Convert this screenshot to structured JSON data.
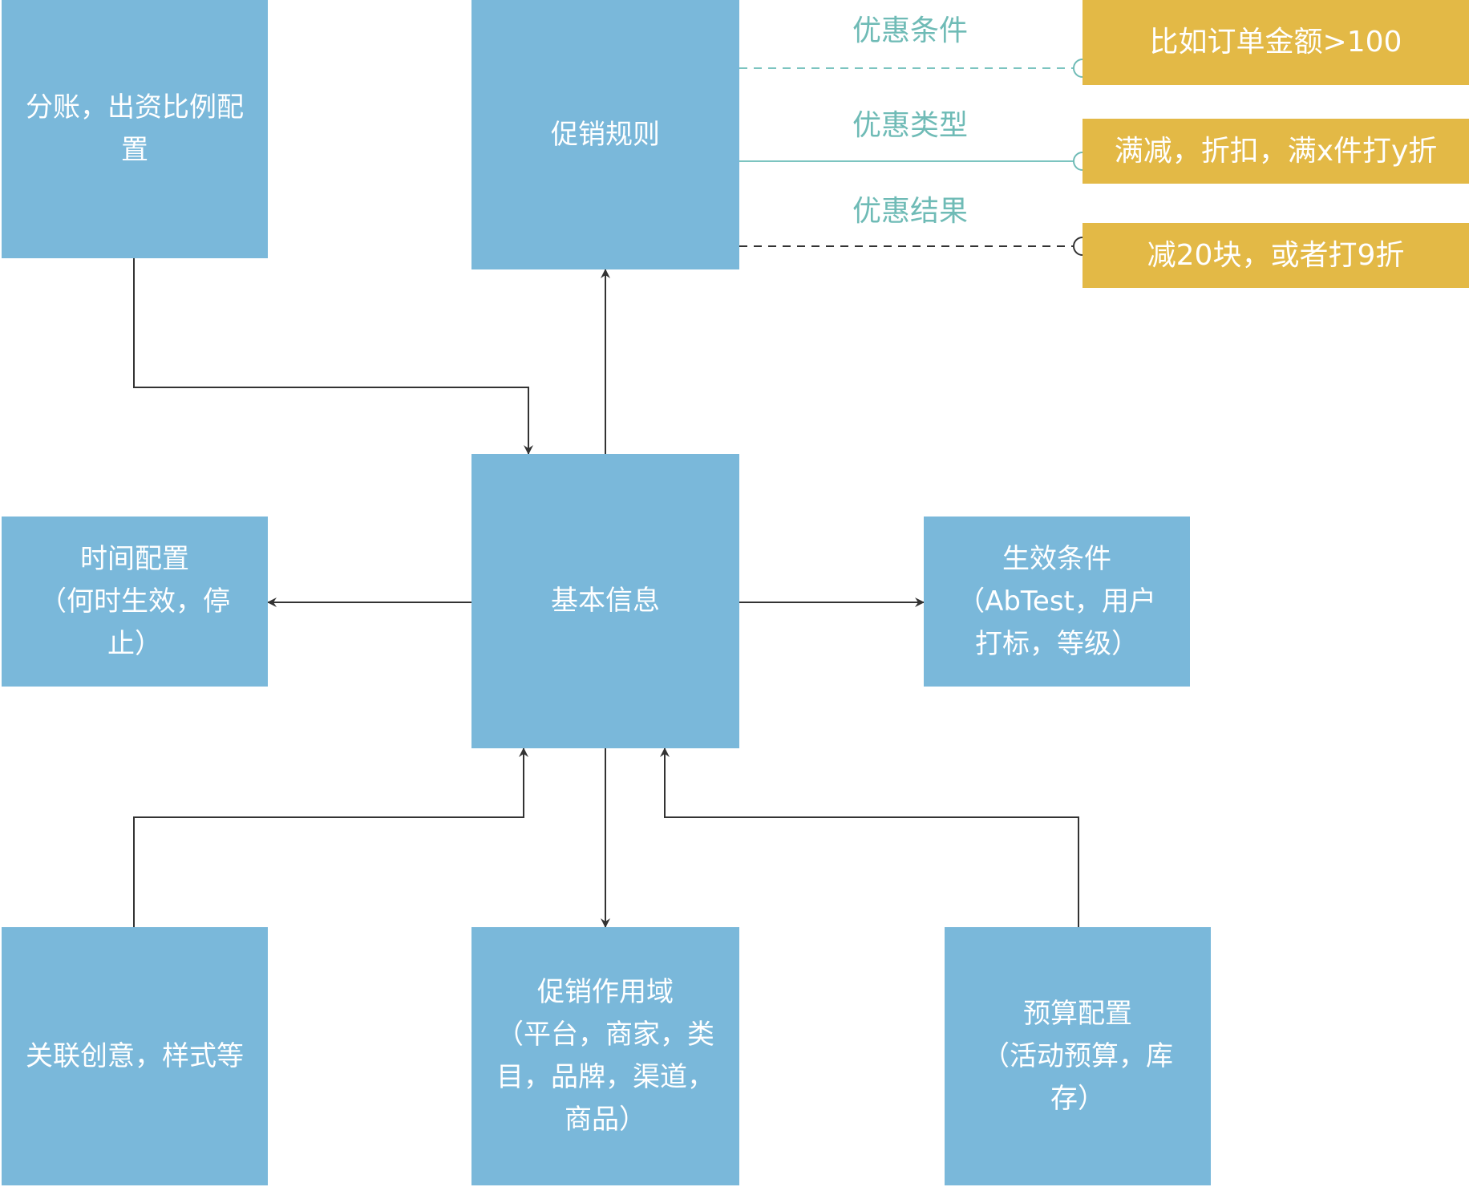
{
  "diagram": {
    "center": {
      "label": "基本信息"
    },
    "nodes": {
      "split": {
        "label": "分账，出资比例配\n置"
      },
      "rules": {
        "label": "促销规则"
      },
      "time": {
        "label": "时间配置\n（何时生效，停\n止）"
      },
      "conditions": {
        "label": "生效条件\n（AbTest，用户\n打标，等级）"
      },
      "creative": {
        "label": "关联创意，样式等"
      },
      "scope": {
        "label": "促销作用域\n（平台，商家，类\n目，品牌，渠道，\n商品）"
      },
      "budget": {
        "label": "预算配置\n（活动预算，库\n存）"
      }
    },
    "rule_details": [
      {
        "label": "优惠条件",
        "example": "比如订单金额>100",
        "line_style": "dashed",
        "line_color": "#7cc4c0"
      },
      {
        "label": "优惠类型",
        "example": "满减，折扣，满x件打y折",
        "line_style": "solid",
        "line_color": "#7cc4c0"
      },
      {
        "label": "优惠结果",
        "example": "减20块，或者打9折",
        "line_style": "dashed",
        "line_color": "#333333"
      }
    ],
    "edges": [
      {
        "from": "split",
        "to": "center"
      },
      {
        "from": "center",
        "to": "rules"
      },
      {
        "from": "center",
        "to": "time"
      },
      {
        "from": "center",
        "to": "conditions"
      },
      {
        "from": "creative",
        "to": "center"
      },
      {
        "from": "center",
        "to": "scope"
      },
      {
        "from": "budget",
        "to": "center"
      }
    ]
  },
  "colors": {
    "node": "#7ab8da",
    "note": "#e3b946",
    "label": "#6fbbb6",
    "edge": "#333333"
  }
}
